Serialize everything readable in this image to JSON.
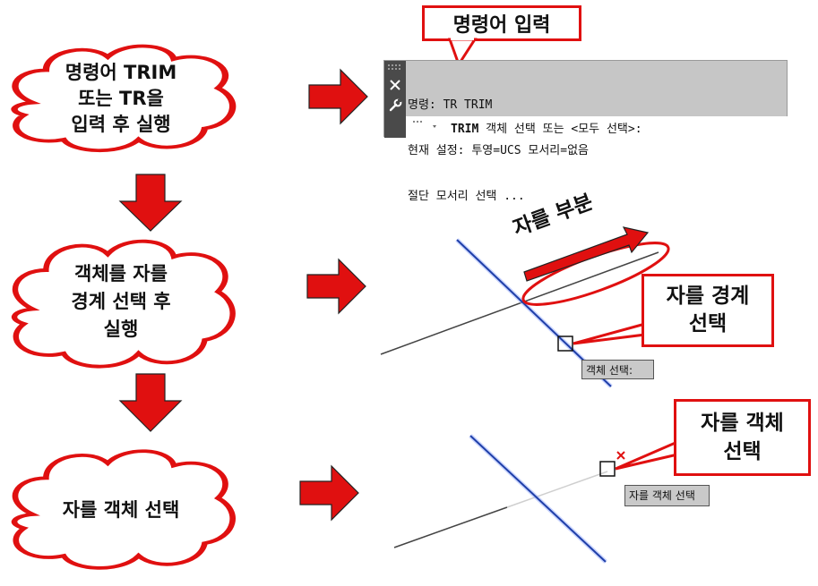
{
  "steps": [
    {
      "lines": [
        "명령어 TRIM",
        "또는 TR을",
        "입력 후 실행"
      ]
    },
    {
      "lines": [
        "객체를 자를",
        "경계 선택 후",
        "실행"
      ]
    },
    {
      "lines": [
        "자를 객체 선택"
      ]
    }
  ],
  "callouts": {
    "command_input": "명령어 입력",
    "cut_boundary": [
      "자를 경계",
      "선택"
    ],
    "cut_object": [
      "자를 객체",
      "선택"
    ]
  },
  "arrow_label": "자를 부분",
  "command_window": {
    "lines": [
      "명령: TR TRIM",
      "현재 설정: 투영=UCS 모서리=없음",
      "절단 모서리 선택 ..."
    ],
    "prompt_prefix": "TRIM",
    "prompt_text": " 객체 선택 또는 <모두 선택>:",
    "close_icon": "close-icon",
    "settings_icon": "wrench-icon"
  },
  "tooltips": {
    "select_object": "객체 선택:",
    "select_cut_object": "자를 객체 선택"
  },
  "colors": {
    "accent": "#e01010",
    "boundary_line": "#1f3fa8"
  }
}
